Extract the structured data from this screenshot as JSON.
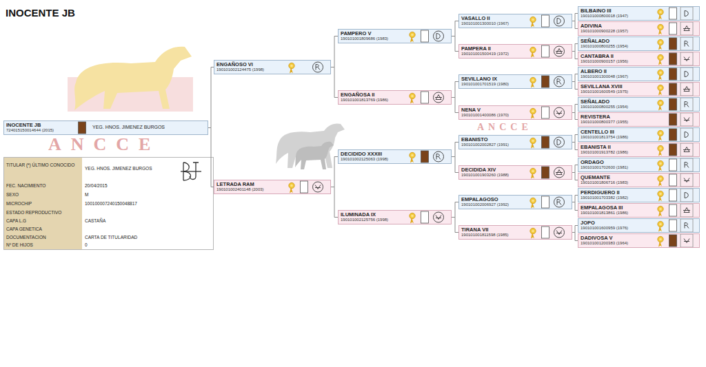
{
  "diagram": {
    "title": "INOCENTE JB",
    "nodes": [
      {
        "text": [
          "INOCENTE JB",
          "724015150014644 (2015)",
          "YEG. HNOS. JIMENEZ BURGOS"
        ]
      },
      {
        "text": [
          "ENGAÑOSO VI",
          "190101002124475 (1998)"
        ]
      },
      {
        "text": [
          "LETRADA RAM",
          "190101002401148 (2003)"
        ]
      },
      {
        "text": [
          "PAMPERO V",
          "190101001809686 (1983)"
        ]
      },
      {
        "text": [
          "ENGAÑOSA II",
          "190101001813769 (1986)"
        ]
      },
      {
        "text": [
          "DECIDIDO XXXIII",
          "190101002125063 (1998)"
        ]
      },
      {
        "text": [
          "ILUMINADA IX",
          "190101002125756 (1998)"
        ]
      },
      {
        "text": [
          "VASALLO II",
          "190101001300010 (1967)"
        ]
      },
      {
        "text": [
          "PAMPERA II",
          "190101001500419 (1972)"
        ]
      },
      {
        "text": [
          "SEVILLANO IX",
          "190101001701519 (1980)"
        ]
      },
      {
        "text": [
          "NENA V",
          "190101001400086 (1970)"
        ]
      },
      {
        "text": [
          "EBANISTO",
          "190101002002827 (1991)"
        ]
      },
      {
        "text": [
          "DECIDIDA XIV",
          "190101001903260 (1988)"
        ]
      },
      {
        "text": [
          "EMPALAGOSO",
          "190101002006927 (1992)"
        ]
      },
      {
        "text": [
          "TIRANA VII",
          "190101001811598 (1985)"
        ]
      },
      {
        "text": [
          "BILBAINO III",
          "190101000800018 (1947)"
        ]
      },
      {
        "text": [
          "ADIVINA",
          "190101000900228 (1957)"
        ]
      },
      {
        "text": [
          "SEÑALADO",
          "190101000800255 (1954)"
        ]
      },
      {
        "text": [
          "CANTABRA II",
          "190101000900157 (1956)"
        ]
      },
      {
        "text": [
          "ALBERO II",
          "190101001300048 (1967)"
        ]
      },
      {
        "text": [
          "SEVILLANA XVIII",
          "190101001600549 (1975)"
        ]
      },
      {
        "text": [
          "SEÑALADO",
          "190101000800255 (1954)"
        ]
      },
      {
        "text": [
          "REVISTERA",
          "190101000800377 (1955)"
        ]
      },
      {
        "text": [
          "CENTELLO III",
          "190101001813754 (1986)"
        ]
      },
      {
        "text": [
          "EBANISTA II",
          "190101001913782 (1986)"
        ]
      },
      {
        "text": [
          "ORDAGO",
          "190101001702600 (1981)"
        ]
      },
      {
        "text": [
          "QUEMANTE",
          "190101001806716 (1983)"
        ]
      },
      {
        "text": [
          "PERDIGUERO II",
          "190101001703382 (1982)"
        ]
      },
      {
        "text": [
          "EMPALAGOSA III",
          "190101001813861 (1986)"
        ]
      },
      {
        "text": [
          "JOPO",
          "190101001600959 (1976)"
        ]
      },
      {
        "text": [
          "DADIVOSA V",
          "190101001200383 (1964)"
        ]
      }
    ],
    "edges": [
      {
        "from": 0,
        "to": 1,
        "arrow": "none"
      },
      {
        "from": 0,
        "to": 2,
        "arrow": "none"
      },
      {
        "from": 1,
        "to": 3,
        "arrow": "none"
      },
      {
        "from": 1,
        "to": 4,
        "arrow": "none"
      },
      {
        "from": 2,
        "to": 5,
        "arrow": "none"
      },
      {
        "from": 2,
        "to": 6,
        "arrow": "none"
      },
      {
        "from": 3,
        "to": 7,
        "arrow": "none"
      },
      {
        "from": 3,
        "to": 8,
        "arrow": "none"
      },
      {
        "from": 4,
        "to": 9,
        "arrow": "none"
      },
      {
        "from": 4,
        "to": 10,
        "arrow": "none"
      },
      {
        "from": 5,
        "to": 11,
        "arrow": "none"
      },
      {
        "from": 5,
        "to": 12,
        "arrow": "none"
      },
      {
        "from": 6,
        "to": 13,
        "arrow": "none"
      },
      {
        "from": 6,
        "to": 14,
        "arrow": "none"
      },
      {
        "from": 7,
        "to": 15,
        "arrow": "none"
      },
      {
        "from": 7,
        "to": 16,
        "arrow": "none"
      },
      {
        "from": 8,
        "to": 17,
        "arrow": "none"
      },
      {
        "from": 8,
        "to": 18,
        "arrow": "none"
      },
      {
        "from": 9,
        "to": 19,
        "arrow": "none"
      },
      {
        "from": 9,
        "to": 20,
        "arrow": "none"
      },
      {
        "from": 10,
        "to": 21,
        "arrow": "none"
      },
      {
        "from": 10,
        "to": 22,
        "arrow": "none"
      },
      {
        "from": 11,
        "to": 23,
        "arrow": "none"
      },
      {
        "from": 11,
        "to": 24,
        "arrow": "none"
      },
      {
        "from": 12,
        "to": 25,
        "arrow": "none"
      },
      {
        "from": 12,
        "to": 26,
        "arrow": "none"
      },
      {
        "from": 13,
        "to": 27,
        "arrow": "none"
      },
      {
        "from": 13,
        "to": 28,
        "arrow": "none"
      },
      {
        "from": 14,
        "to": 29,
        "arrow": "none"
      },
      {
        "from": 14,
        "to": 30,
        "arrow": "none"
      }
    ],
    "labels": [
      "ANCCE",
      "ANCCE",
      "TITULAR (*) ÚLTIMO CONOCIDO",
      "YEG. HNOS. JIMENEZ BURGOS",
      "FEC. NACIMIENTO",
      "20/04/2015",
      "SEXO",
      "M",
      "MICROCHIP",
      "100100007240150048817",
      "ESTADO REPRODUCTIVO",
      "CAPA L.G",
      "CASTAÑA",
      "CAPA GENETICA",
      "DOCUMENTACION",
      "CARTA DE TITULARIDAD",
      "Nº DE HIJOS",
      "0"
    ]
  }
}
